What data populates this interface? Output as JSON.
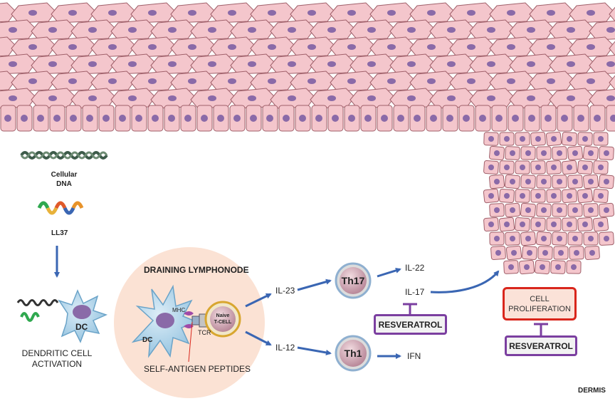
{
  "labels": {
    "cellular_dna": "Cellular\nDNA",
    "ll37": "LL37",
    "dc_small": "DC",
    "dc_lymph": "DC",
    "dendritic_activation": "DENDRITIC CELL\nACTIVATION",
    "draining_lymphonode": "DRAINING LYMPHONODE",
    "mhc": "MHC",
    "tcr": "TCR",
    "naive_tcell": "Naive\nT-CELL",
    "self_antigen": "SELF-ANTIGEN PEPTIDES",
    "il23": "IL-23",
    "il12": "IL-12",
    "th17": "Th17",
    "th1": "Th1",
    "il22": "IL-22",
    "il17": "IL-17",
    "ifn": "IFN",
    "resveratrol_1": "RESVERATROL",
    "resveratrol_2": "RESVERATROL",
    "cell_proliferation": "CELL\nPROLIFERATION",
    "dermis": "DERMIS"
  },
  "colors": {
    "skin_cell": "#f4c6cc",
    "skin_border": "#a0606a",
    "nucleus": "#8a6aa8",
    "lymph_bg": "#fbe2d4",
    "arrow": "#3a66b3",
    "inhibit": "#7b3fa0",
    "dc_cell": "#a9cfe6",
    "t_cell": "#c9a2ae"
  }
}
